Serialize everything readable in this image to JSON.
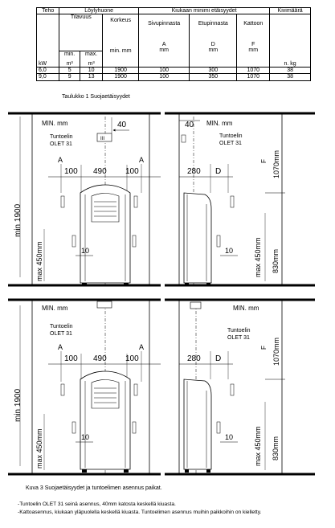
{
  "table": {
    "h_teho": "Teho",
    "h_room": "Löylyhuone",
    "h_dist": "Kiukaan minimi etäisyydet",
    "h_stones": "Kivimäärä",
    "h_volume": "Tilavuus",
    "h_height": "Korkeus",
    "h_side": "Sivupinnasta",
    "h_front": "Etupinnasta",
    "h_ceiling": "Kattoon",
    "h_min": "min.",
    "h_max": "max.",
    "h_A": "A",
    "h_D": "D",
    "h_F": "F",
    "u_kw": "kW",
    "u_m3a": "m³",
    "u_m3b": "m³",
    "u_minmm": "min. mm",
    "u_mm1": "mm",
    "u_mm2": "mm",
    "u_mm3": "mm",
    "u_nkg": "n. kg",
    "rows": [
      {
        "kw": "6,0",
        "min": "5",
        "max": "10",
        "height": "1900",
        "side": "100",
        "front": "300",
        "ceiling": "1070",
        "stones": "38"
      },
      {
        "kw": "9,0",
        "min": "9",
        "max": "13",
        "height": "1900",
        "side": "100",
        "front": "350",
        "ceiling": "1070",
        "stones": "38"
      }
    ]
  },
  "table_caption": "Taulukko 1 Suojaetäisyydet",
  "diagrams": {
    "min_mm": "MIN. mm",
    "sensor": "Tuntoelin",
    "sensor_model": "OLET 31",
    "d40": "40",
    "A": "A",
    "D": "D",
    "F": "F",
    "d100": "100",
    "d490": "490",
    "d280": "280",
    "d10": "10",
    "min1900": "min 1900",
    "max450": "max 450mm",
    "d830": "830mm",
    "d1070": "1070mm"
  },
  "figure_caption": "Kuva 3  Suojaetäisyydet ja tuntoelimen asennus paikat.",
  "notes": [
    "-Tuntoelin OLET 31 seinä asennus, 40mm katosta keskellä kiuasta.",
    "-Kattoasennus, kiukaan yläpuolella keskellä kiuasta. Tuntoelimen asennus muihin paikkoihin on kielletty."
  ]
}
